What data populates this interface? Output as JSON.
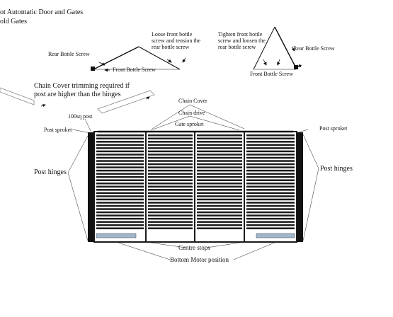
{
  "header": {
    "line1": "ot Automatic Door and Gates",
    "line2": "old Gates"
  },
  "bottle_diagram_left": {
    "rear_label": "Rear Bottle Screw",
    "front_label": "Front Bottle Screw",
    "note": "Loose front bottle\nscrew and tension the\nrear bottle screw"
  },
  "bottle_diagram_right": {
    "note": "Tighten front bottle\nscrew and loosen the\nrear bottle screw",
    "rear_label": "Rear Bottle Screw",
    "front_label": "Front Bottle Screw"
  },
  "chain_cover_note": "Chain Cover trimming required if\npost are higher than the hinges",
  "post_label": "100sq post",
  "gate_labels": {
    "chain_cover": "Chain Cover",
    "chain_drive": "Chain drive",
    "gate_sproket": "Gate sproket",
    "post_sproket_left": "Post sproket",
    "post_sproket_right": "Post sproket",
    "post_hinges_left": "Post hinges",
    "post_hinges_right": "Post hinges",
    "centre_stops": "Centre stops",
    "bottom_motor": "Bottom Motor position"
  },
  "colors": {
    "ink": "#111111",
    "frame": "#1a1a1a",
    "motor": "#9fb7c9"
  },
  "gate": {
    "slat_count": 30
  }
}
